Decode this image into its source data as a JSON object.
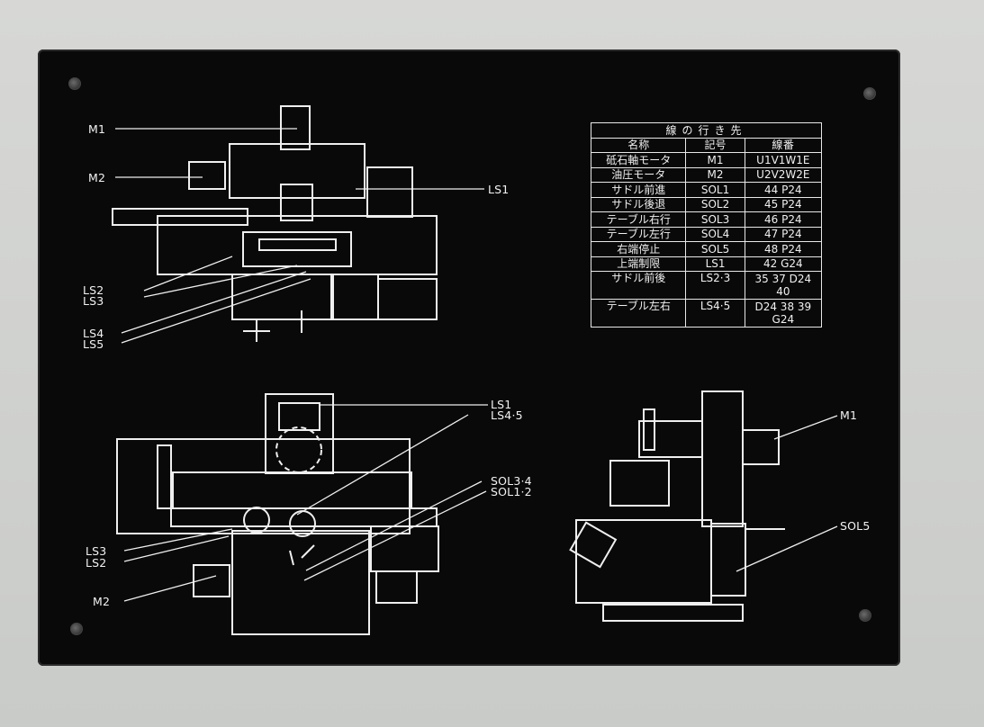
{
  "wiring_table": {
    "title": "線の行き先",
    "headers": [
      "名称",
      "記号",
      "線番"
    ],
    "rows": [
      [
        "砥石軸モータ",
        "M1",
        "U1V1W1E"
      ],
      [
        "油圧モータ",
        "M2",
        "U2V2W2E"
      ],
      [
        "サドル前進",
        "SOL1",
        "44 P24"
      ],
      [
        "サドル後退",
        "SOL2",
        "45 P24"
      ],
      [
        "テーブル右行",
        "SOL3",
        "46 P24"
      ],
      [
        "テーブル左行",
        "SOL4",
        "47 P24"
      ],
      [
        "右端停止",
        "SOL5",
        "48 P24"
      ],
      [
        "上端制限",
        "LS1",
        "42 G24"
      ],
      [
        "サドル前後",
        "LS2·3",
        "35 37 D24 40"
      ],
      [
        "テーブル左右",
        "LS4·5",
        "D24 38 39 G24"
      ]
    ]
  },
  "top_view_labels": {
    "m1": "M1",
    "m2": "M2",
    "ls1": "LS1",
    "ls2": "LS2",
    "ls3": "LS3",
    "ls4": "LS4",
    "ls5": "LS5"
  },
  "front_view_labels": {
    "ls1": "LS1",
    "ls45": "LS4·5",
    "sol34": "SOL3·4",
    "sol12": "SOL1·2",
    "ls3": "LS3",
    "ls2": "LS2",
    "m2": "M2"
  },
  "side_view_labels": {
    "m1": "M1",
    "sol5": "SOL5"
  },
  "colors": {
    "plate": "#090909",
    "ink": "#f0f0f0",
    "frame": "#cfd1cf"
  }
}
